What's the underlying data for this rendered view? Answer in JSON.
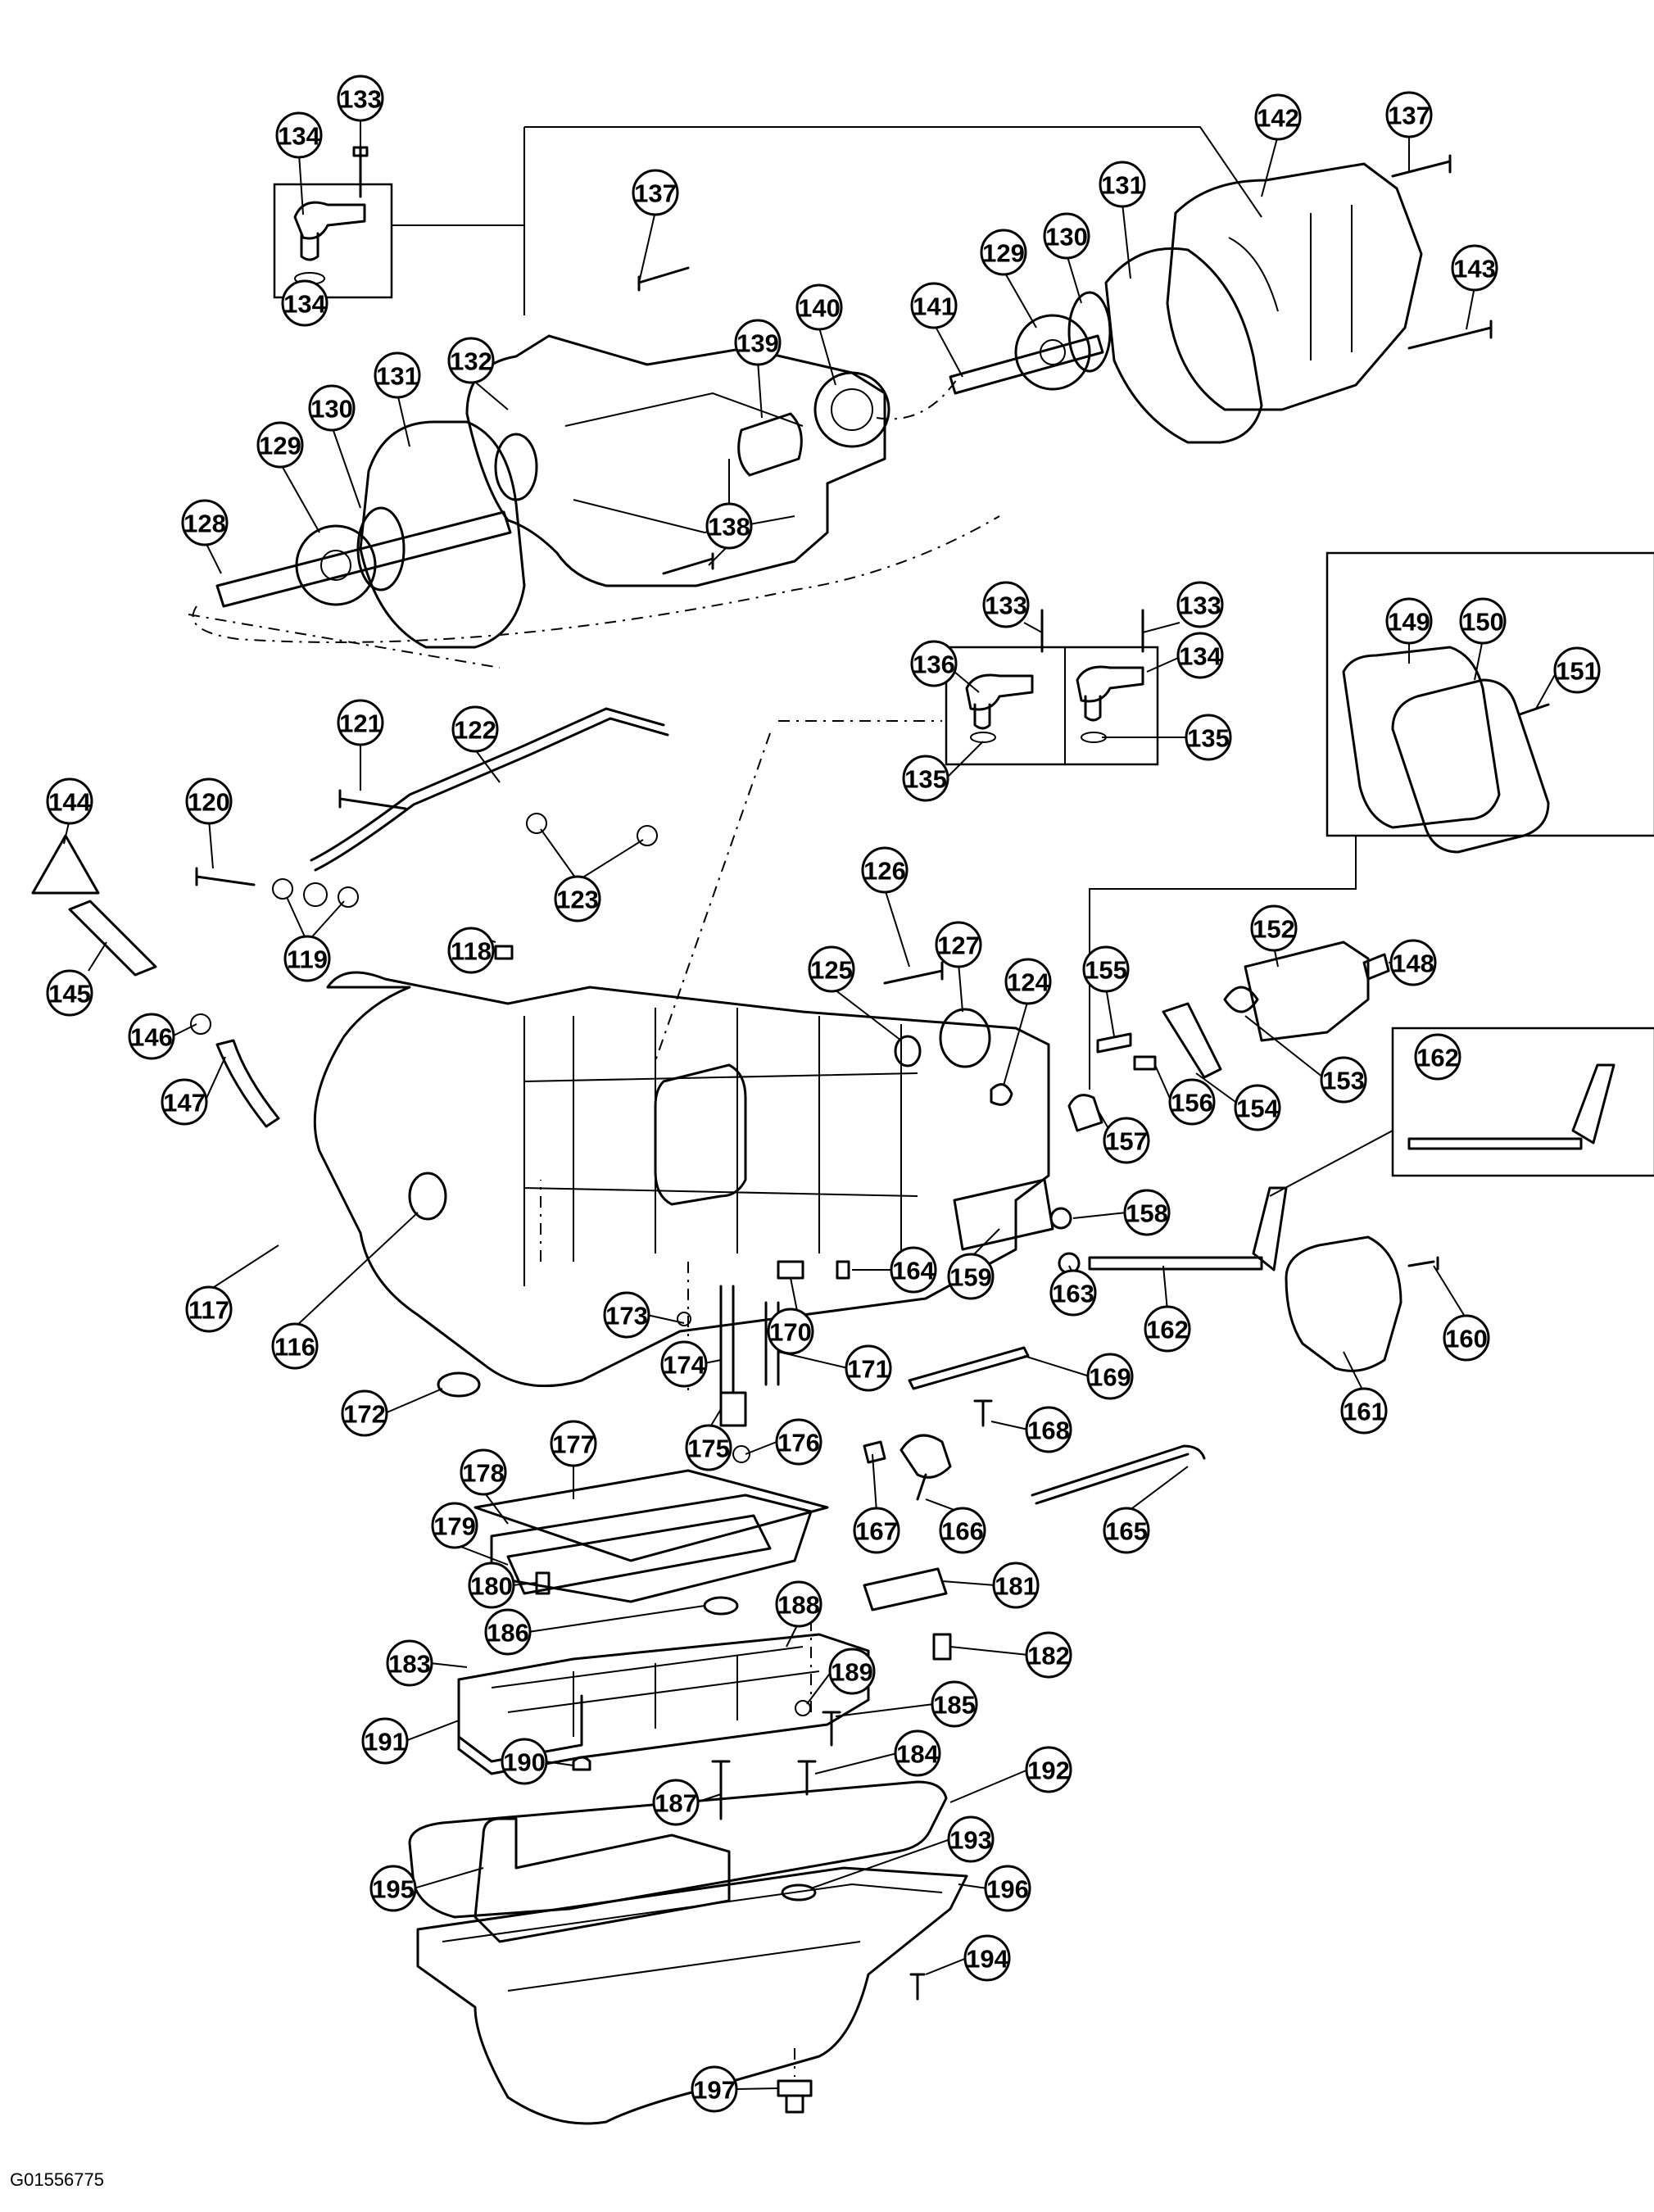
{
  "figure_id": "G01556775",
  "callouts": [
    {
      "label": "133"
    },
    {
      "label": "134"
    },
    {
      "label": "134"
    },
    {
      "label": "137"
    },
    {
      "label": "131"
    },
    {
      "label": "132"
    },
    {
      "label": "130"
    },
    {
      "label": "129"
    },
    {
      "label": "128"
    },
    {
      "label": "139"
    },
    {
      "label": "140"
    },
    {
      "label": "141"
    },
    {
      "label": "129"
    },
    {
      "label": "130"
    },
    {
      "label": "131"
    },
    {
      "label": "142"
    },
    {
      "label": "137"
    },
    {
      "label": "143"
    },
    {
      "label": "138"
    },
    {
      "label": "133"
    },
    {
      "label": "133"
    },
    {
      "label": "136"
    },
    {
      "label": "134"
    },
    {
      "label": "135"
    },
    {
      "label": "135"
    },
    {
      "label": "149"
    },
    {
      "label": "150"
    },
    {
      "label": "151"
    },
    {
      "label": "121"
    },
    {
      "label": "122"
    },
    {
      "label": "120"
    },
    {
      "label": "144"
    },
    {
      "label": "123"
    },
    {
      "label": "119"
    },
    {
      "label": "118"
    },
    {
      "label": "145"
    },
    {
      "label": "146"
    },
    {
      "label": "147"
    },
    {
      "label": "126"
    },
    {
      "label": "127"
    },
    {
      "label": "125"
    },
    {
      "label": "124"
    },
    {
      "label": "155"
    },
    {
      "label": "152"
    },
    {
      "label": "148"
    },
    {
      "label": "153"
    },
    {
      "label": "154"
    },
    {
      "label": "156"
    },
    {
      "label": "157"
    },
    {
      "label": "162"
    },
    {
      "label": "158"
    },
    {
      "label": "117"
    },
    {
      "label": "116"
    },
    {
      "label": "164"
    },
    {
      "label": "159"
    },
    {
      "label": "163"
    },
    {
      "label": "162"
    },
    {
      "label": "160"
    },
    {
      "label": "170"
    },
    {
      "label": "173"
    },
    {
      "label": "174"
    },
    {
      "label": "171"
    },
    {
      "label": "169"
    },
    {
      "label": "161"
    },
    {
      "label": "172"
    },
    {
      "label": "177"
    },
    {
      "label": "175"
    },
    {
      "label": "176"
    },
    {
      "label": "168"
    },
    {
      "label": "178"
    },
    {
      "label": "167"
    },
    {
      "label": "166"
    },
    {
      "label": "165"
    },
    {
      "label": "179"
    },
    {
      "label": "180"
    },
    {
      "label": "181"
    },
    {
      "label": "186"
    },
    {
      "label": "188"
    },
    {
      "label": "183"
    },
    {
      "label": "182"
    },
    {
      "label": "189"
    },
    {
      "label": "185"
    },
    {
      "label": "191"
    },
    {
      "label": "190"
    },
    {
      "label": "184"
    },
    {
      "label": "192"
    },
    {
      "label": "187"
    },
    {
      "label": "193"
    },
    {
      "label": "195"
    },
    {
      "label": "196"
    },
    {
      "label": "194"
    },
    {
      "label": "197"
    }
  ]
}
